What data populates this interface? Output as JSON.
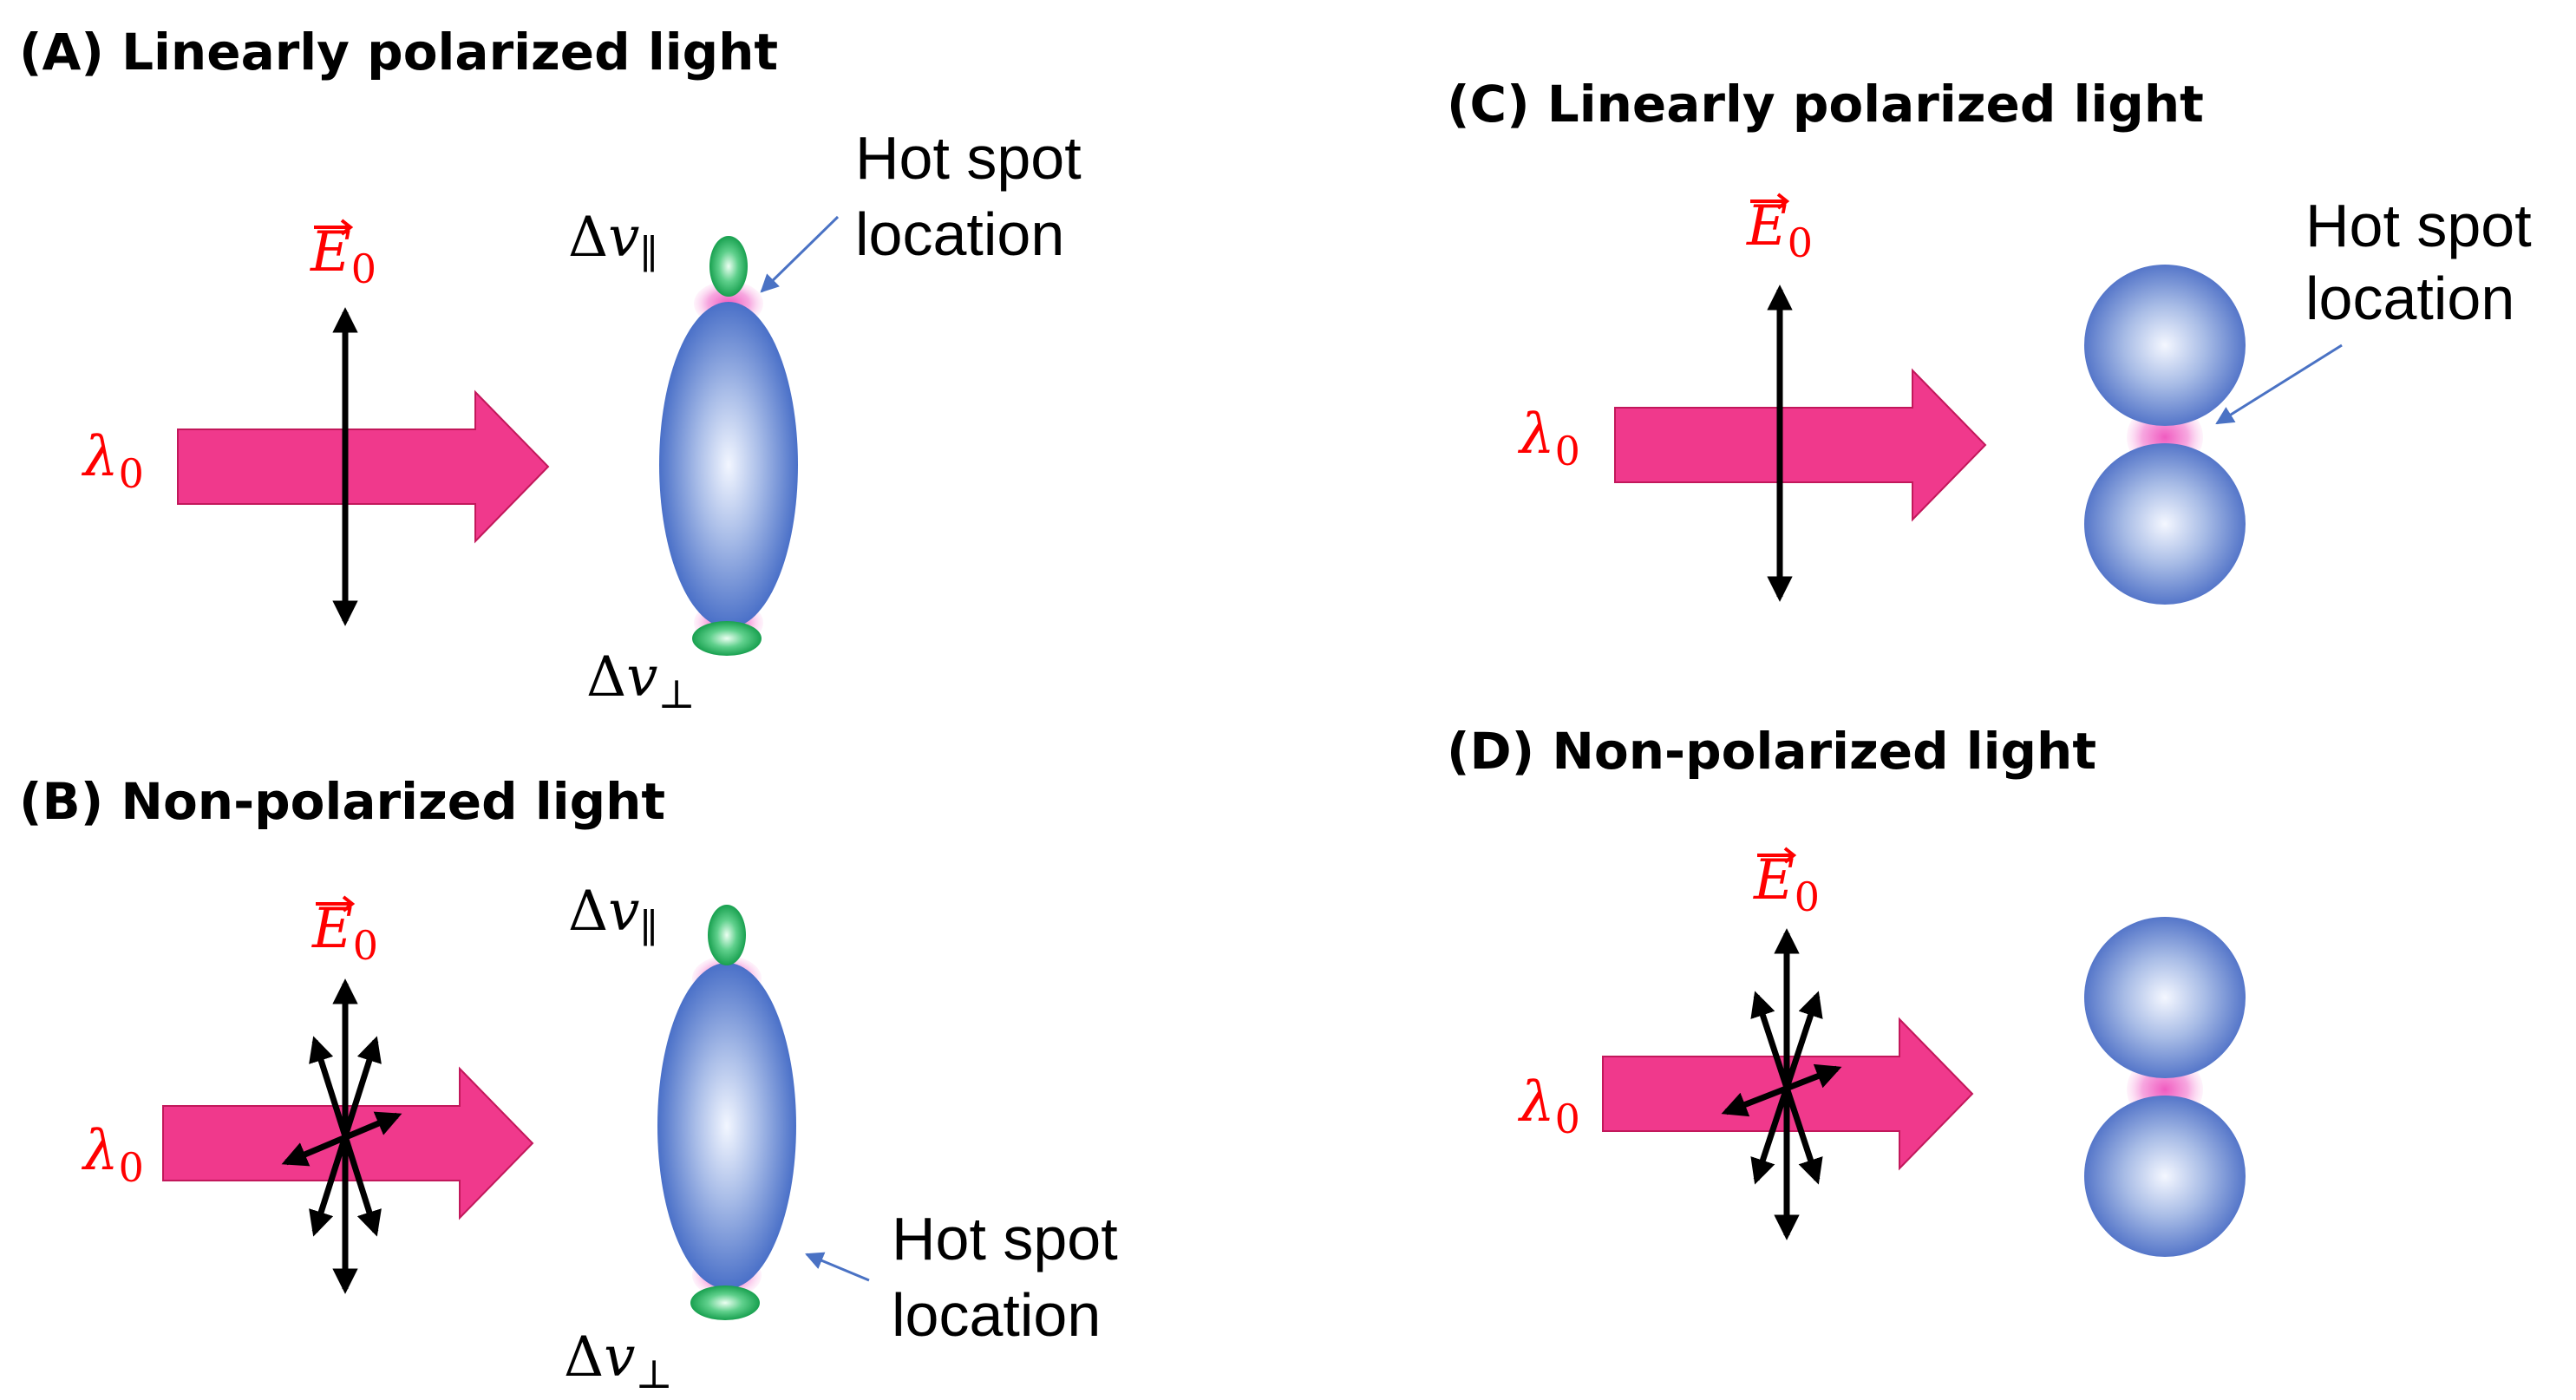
{
  "panels": {
    "a": {
      "title": "(A) Linearly polarized light",
      "hot_spot_line1": "Hot  spot",
      "hot_spot_line2": "location"
    },
    "b": {
      "title": "(B) Non-polarized light",
      "hot_spot_line1": "Hot  spot",
      "hot_spot_line2": "location"
    },
    "c": {
      "title": "(C) Linearly polarized light",
      "hot_spot_line1": "Hot  spot",
      "hot_spot_line2": "location"
    },
    "d": {
      "title": "(D) Non-polarized light"
    }
  },
  "symbols": {
    "field_vector_arrow": "⃗",
    "field_letter": "E",
    "field_subscript": "0",
    "wavelength_letter": "λ",
    "wavelength_subscript": "0",
    "delta": "Δ",
    "nu": "v",
    "parallel": "∥",
    "perpendicular": "⊥"
  },
  "colors": {
    "beam": "#f0398c",
    "beam_edge": "#c2185b",
    "symbol_red": "#ff0000",
    "particle_light": "#f2f6ff",
    "particle_dark": "#4a70c8",
    "hot_spot_green": "#1faa55",
    "hot_spot_pink": "#f7a8e0",
    "pointer_blue": "#4a72c4"
  }
}
